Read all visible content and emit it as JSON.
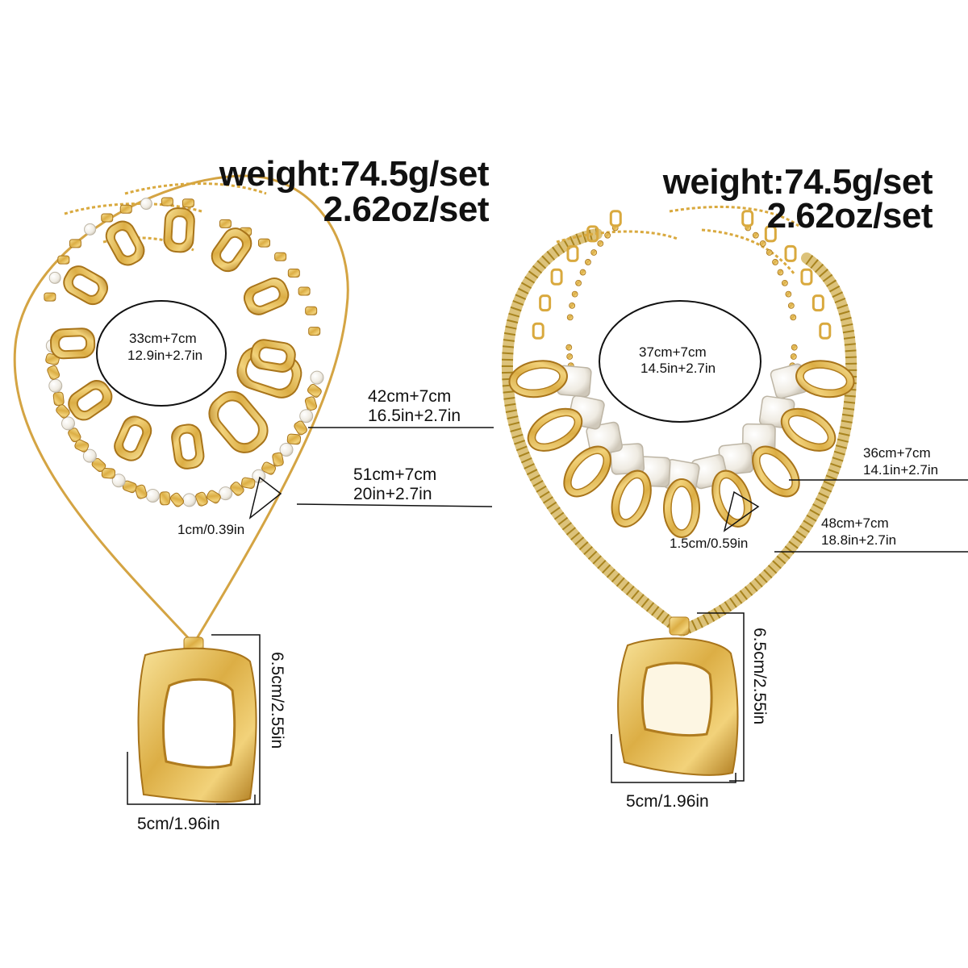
{
  "left_set": {
    "weight_line1": "weight:74.5g/set",
    "weight_line2": "2.62oz/set",
    "inner_cm": "33cm+7cm",
    "inner_in": "12.9in+2.7in",
    "mid_cm": "42cm+7cm",
    "mid_in": "16.5in+2.7in",
    "outer_cm": "51cm+7cm",
    "outer_in": "20in+2.7in",
    "bead_width": "1cm/0.39in",
    "pendant_height": "6.5cm/2.55in",
    "pendant_width": "5cm/1.96in"
  },
  "right_set": {
    "weight_line1": "weight:74.5g/set",
    "weight_line2": "2.62oz/set",
    "inner_cm": "37cm+7cm",
    "inner_in": "14.5in+2.7in",
    "mid_cm": "36cm+7cm",
    "mid_in": "14.1in+2.7in",
    "outer_cm": "48cm+7cm",
    "outer_in": "18.8in+2.7in",
    "bead_width": "1.5cm/0.59in",
    "pendant_height": "6.5cm/2.55in",
    "pendant_width": "5cm/1.96in"
  },
  "colors": {
    "gold": "#d9a93e",
    "gold_light": "#f6dc8a",
    "gold_dark": "#a8741a",
    "pearl": "#f4f1ea",
    "line": "#111111"
  }
}
